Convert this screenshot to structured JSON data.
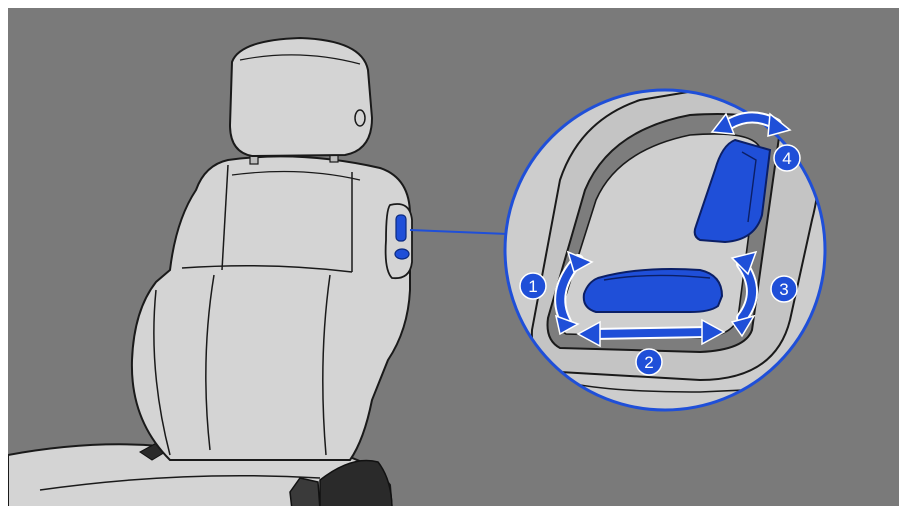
{
  "colors": {
    "background": "#7a7a7a",
    "frame": "#ffffff",
    "seat_fill": "#d4d4d4",
    "seat_line": "#1a1a1a",
    "accent": "#1f4fd8",
    "leader_line": "#1f4fd8",
    "callout_bg": "#c7c7c7"
  },
  "icons": {
    "control_1": "recline-arc-arrow-icon",
    "control_2": "slide-horizontal-arrow-icon",
    "control_3": "height-arc-arrow-icon",
    "control_4": "lumbar-arc-arrow-icon"
  },
  "callouts": [
    {
      "number": "1"
    },
    {
      "number": "2"
    },
    {
      "number": "3"
    },
    {
      "number": "4"
    }
  ]
}
